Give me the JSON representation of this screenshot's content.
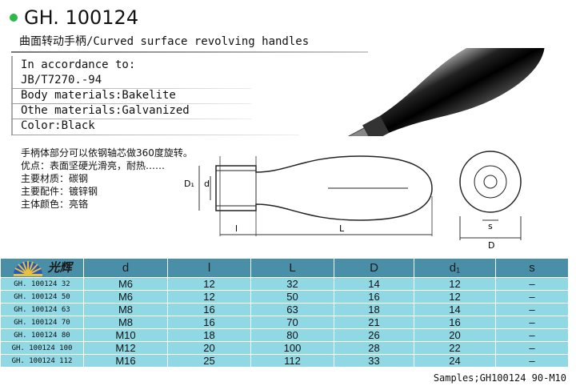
{
  "title": "GH. 100124",
  "subtitle": "曲面转动手柄/Curved surface revolving handles",
  "specs": [
    "In accordance to:",
    "JB/T7270.-94",
    "Body materials:Bakelite",
    "Othe materials:Galvanized",
    "Color:Black"
  ],
  "notes": [
    "手柄体部分可以依钢轴芯做360度旋转。",
    "优点：表面坚硬光滑亮，耐热……",
    "主要材质：碳钢",
    "主要配件：镀锌钢",
    "主体颜色：亮铬"
  ],
  "drawing_labels": {
    "D1": "D₁",
    "d": "d",
    "l": "l",
    "L": "L",
    "s": "s",
    "D": "D"
  },
  "logo_text": "光辉",
  "table": {
    "headers": [
      "d",
      "l",
      "L",
      "D",
      "d₁",
      "s"
    ],
    "rows": [
      [
        "GH. 100124  32",
        "M6",
        "12",
        "32",
        "14",
        "12",
        "–"
      ],
      [
        "GH. 100124  50",
        "M6",
        "12",
        "50",
        "16",
        "12",
        "–"
      ],
      [
        "GH. 100124  63",
        "M8",
        "16",
        "63",
        "18",
        "14",
        "–"
      ],
      [
        "GH. 100124  70",
        "M8",
        "16",
        "70",
        "21",
        "16",
        "–"
      ],
      [
        "GH. 100124  80",
        "M10",
        "18",
        "80",
        "26",
        "20",
        "–"
      ],
      [
        "GH. 100124  100",
        "M12",
        "20",
        "100",
        "28",
        "22",
        "–"
      ],
      [
        "GH. 100124  112",
        "M16",
        "25",
        "112",
        "33",
        "24",
        "–"
      ]
    ]
  },
  "samples": "Samples;GH100124 90-M10"
}
